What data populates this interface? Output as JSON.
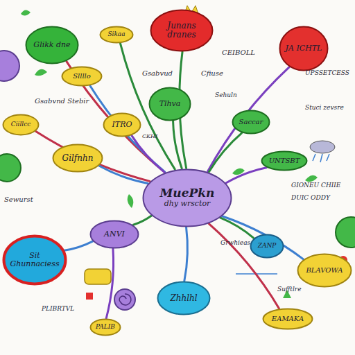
{
  "diagram": {
    "nodes": [
      {
        "text": [
          "MuePkn",
          "dhy wrsctor"
        ]
      },
      {
        "text": [
          "Junans dranes"
        ]
      },
      {
        "text": [
          "JA ICHTL"
        ]
      },
      {
        "text": [
          "Glikk dne"
        ]
      },
      {
        "text": [
          "Sikaa"
        ]
      },
      {
        "text": [
          "Sllllo"
        ]
      },
      {
        "text": [
          "Tlhva"
        ]
      },
      {
        "text": [
          "ITRO"
        ]
      },
      {
        "text": [
          "Ciillcc"
        ]
      },
      {
        "text": [
          "Gilfnhn"
        ]
      },
      {
        "text": [
          "Saccar"
        ]
      },
      {
        "text": [
          "UNTSBT"
        ]
      },
      {
        "text": [
          "Zhhlhl"
        ]
      },
      {
        "text": [
          "ZANP"
        ]
      },
      {
        "text": [
          "BLAVOWA"
        ]
      },
      {
        "text": [
          "EAMAKA"
        ]
      },
      {
        "text": [
          "ANVI"
        ]
      },
      {
        "text": [
          "Sit Ghunnaciess"
        ]
      },
      {
        "text": [
          "PALIB"
        ]
      }
    ],
    "edges": [
      {
        "from": 0,
        "to": 1,
        "arrow": "none"
      },
      {
        "from": 0,
        "to": 2,
        "arrow": "none"
      },
      {
        "from": 0,
        "to": 3,
        "arrow": "none"
      },
      {
        "from": 0,
        "to": 4,
        "arrow": "none"
      },
      {
        "from": 0,
        "to": 5,
        "arrow": "none"
      },
      {
        "from": 0,
        "to": 6,
        "arrow": "none"
      },
      {
        "from": 0,
        "to": 7,
        "arrow": "none"
      },
      {
        "from": 0,
        "to": 8,
        "arrow": "none"
      },
      {
        "from": 0,
        "to": 9,
        "arrow": "none"
      },
      {
        "from": 0,
        "to": 10,
        "arrow": "none"
      },
      {
        "from": 0,
        "to": 11,
        "arrow": "none"
      },
      {
        "from": 0,
        "to": 12,
        "arrow": "none"
      },
      {
        "from": 0,
        "to": 13,
        "arrow": "none"
      },
      {
        "from": 0,
        "to": 14,
        "arrow": "none"
      },
      {
        "from": 0,
        "to": 15,
        "arrow": "none"
      },
      {
        "from": 0,
        "to": 16,
        "arrow": "none"
      },
      {
        "from": 16,
        "to": 17,
        "arrow": "none"
      },
      {
        "from": 16,
        "to": 18,
        "arrow": "none"
      }
    ],
    "labels": [
      "CEIBOLL",
      "Gsabvud",
      "Cfiuse",
      "Gsabvnd Stebir",
      "CKHI",
      "UPSSETCESS",
      "Sehuln",
      "Stuci zevsre",
      "GIONEU CHIIE",
      "DUIC ODDY",
      "Sewurst",
      "Grwhieas",
      "PLIBRTVL",
      "Sufftlre"
    ]
  }
}
